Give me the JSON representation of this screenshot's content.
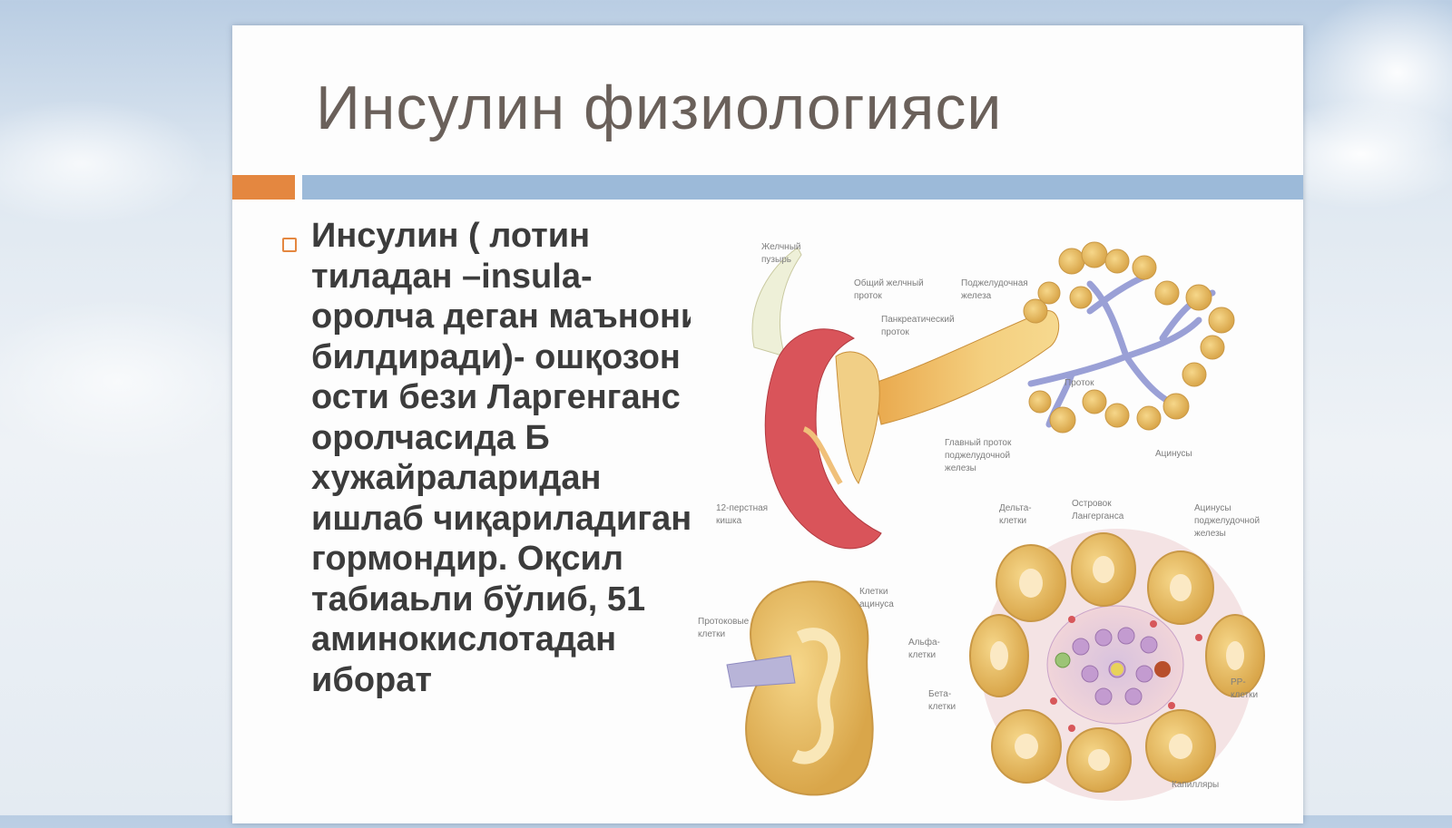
{
  "slide": {
    "title": "Инсулин физиологияси",
    "body_lines": [
      "Инсулин ( лотин",
      "тиладан –insula-",
      "оролча деган маънони",
      "билдиради)- ошқозон",
      "ости бези Ларгенганс",
      "оролчасида Б",
      "хужайраларидан",
      "ишлаб чиқариладиган",
      "гормондир. Оқсил",
      "табиаьли бўлиб, 51",
      "аминокислотадан",
      "иборат"
    ]
  },
  "colors": {
    "accent_orange": "#e48740",
    "accent_blue": "#9cbad9",
    "title_text": "#6a605a",
    "body_text": "#3c3c3c"
  },
  "icons": {
    "bullet": "hollow-square-bullet"
  }
}
